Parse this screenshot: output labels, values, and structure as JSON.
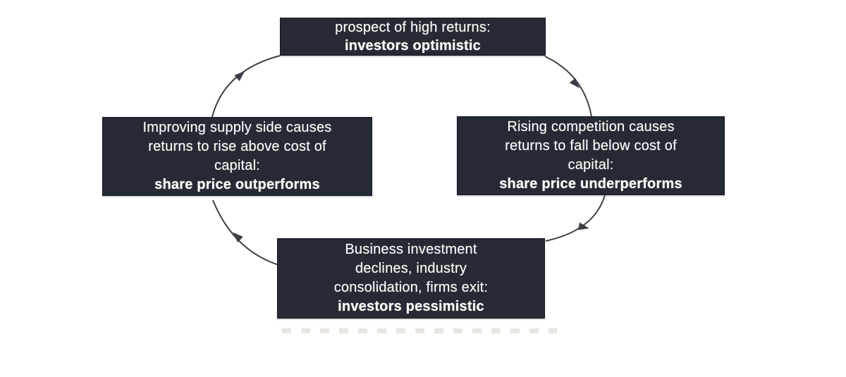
{
  "diagram": {
    "nodes": {
      "top": {
        "lines": [
          "prospect of high returns:"
        ],
        "emphasis": "investors optimistic"
      },
      "right": {
        "lines": [
          "Rising competition causes",
          "returns to fall below cost of",
          "capital:"
        ],
        "emphasis": "share price underperforms"
      },
      "bottom": {
        "lines": [
          "Business investment",
          "declines, industry",
          "consolidation, firms exit:"
        ],
        "emphasis": "investors pessimistic"
      },
      "left": {
        "lines": [
          "Improving supply side causes",
          "returns to rise above cost of",
          "capital:"
        ],
        "emphasis": "share price outperforms"
      }
    },
    "arrows": [
      {
        "from": "left",
        "to": "top"
      },
      {
        "from": "top",
        "to": "right"
      },
      {
        "from": "right",
        "to": "bottom"
      },
      {
        "from": "bottom",
        "to": "left"
      }
    ]
  },
  "colors": {
    "background": "#ffffff",
    "node_fill": "#262a35",
    "node_border": "#15171f",
    "node_text": "#fdfcf8",
    "arrow": "#3b3e46"
  }
}
